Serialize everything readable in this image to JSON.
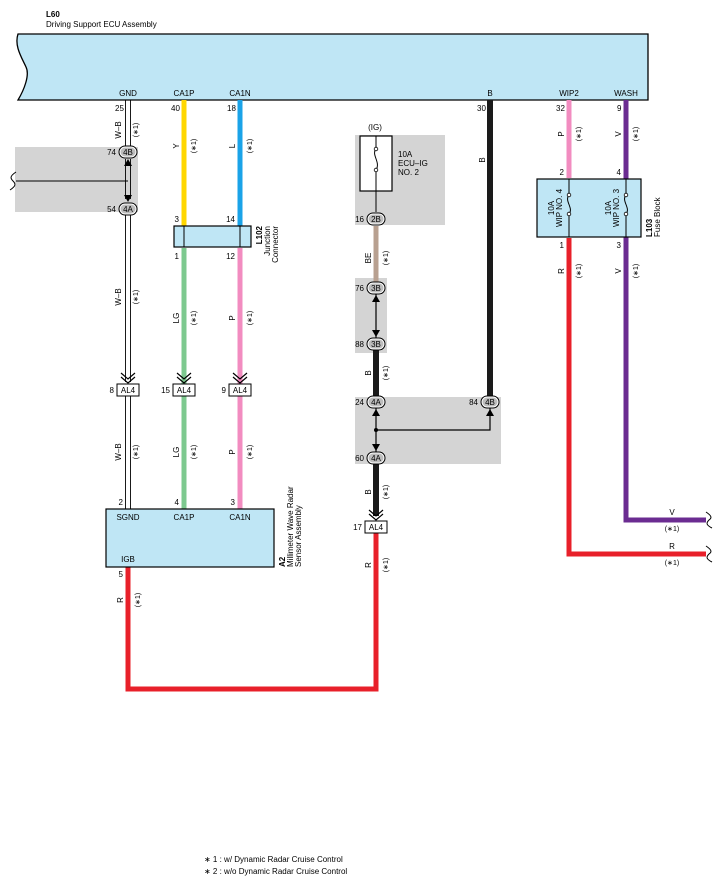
{
  "ecu": {
    "code": "L60",
    "name": "Driving Support ECU Assembly",
    "terminals": [
      {
        "label": "GND",
        "pin": "25"
      },
      {
        "label": "CA1P",
        "pin": "40"
      },
      {
        "label": "CA1N",
        "pin": "18"
      },
      {
        "label": "B",
        "pin": "30"
      },
      {
        "label": "WIP2",
        "pin": "32"
      },
      {
        "label": "WASH",
        "pin": "9"
      }
    ]
  },
  "wires": {
    "gnd": {
      "color_code": "W–B",
      "color": "#ffffff"
    },
    "ca1p": {
      "color_code": "Y",
      "color": "#ffd700",
      "color_code_lower": "LG",
      "color_lower": "#7dc98f"
    },
    "ca1n": {
      "color_code": "L",
      "color": "#1aa3e8",
      "color_code_lower": "P",
      "color_lower": "#f28cc0"
    },
    "b": {
      "color_code": "B",
      "color": "#1a1a1a"
    },
    "be": {
      "color_code": "BE",
      "color": "#b8a090"
    },
    "wip2": {
      "color_code": "P",
      "color": "#f28cc0",
      "color_code_lower": "R",
      "color_lower": "#e8202a"
    },
    "wash": {
      "color_code": "V",
      "color": "#6b2c91"
    },
    "igb": {
      "color_code": "R",
      "color": "#e8202a"
    },
    "out_v": {
      "color_code": "V"
    },
    "out_r": {
      "color_code": "R"
    }
  },
  "mark1": "(∗1)",
  "connectors": {
    "c74": {
      "pin": "74",
      "label": "4B"
    },
    "c54": {
      "pin": "54",
      "label": "4A"
    },
    "al4_gnd": {
      "pin": "8",
      "label": "AL4"
    },
    "al4_ca1p": {
      "pin": "15",
      "label": "AL4"
    },
    "al4_ca1n": {
      "pin": "9",
      "label": "AL4"
    },
    "al4_b": {
      "pin": "17",
      "label": "AL4"
    },
    "c16": {
      "pin": "16",
      "label": "2B"
    },
    "c76": {
      "pin": "76",
      "label": "3B"
    },
    "c88": {
      "pin": "88",
      "label": "3B"
    },
    "c24": {
      "pin": "24",
      "label": "4A"
    },
    "c84": {
      "pin": "84",
      "label": "4B"
    },
    "c60": {
      "pin": "60",
      "label": "4A"
    }
  },
  "junction": {
    "code": "L102",
    "name_line1": "Junction",
    "name_line2": "Connector",
    "pins_top": [
      "3",
      "14"
    ],
    "pins_bottom": [
      "1",
      "12"
    ]
  },
  "fuse_ig": {
    "supply": "(IG)",
    "rating": "10A",
    "name_line1": "ECU–IG",
    "name_line2": "NO. 2"
  },
  "fuse_block": {
    "code": "L103",
    "name": "Fuse Block",
    "fuses": [
      {
        "rating": "10A",
        "name": "WIP NO. 4",
        "pin_in": "2",
        "pin_out": "1"
      },
      {
        "rating": "10A",
        "name": "WIP NO. 3",
        "pin_in": "4",
        "pin_out": "3"
      }
    ]
  },
  "sensor": {
    "code": "A2",
    "name_line1": "Millimeter Wave Radar",
    "name_line2": "Sensor Assembly",
    "terminals": [
      {
        "label": "SGND",
        "pin": "2"
      },
      {
        "label": "CA1P",
        "pin": "4"
      },
      {
        "label": "CA1N",
        "pin": "3"
      }
    ],
    "igb": {
      "label": "IGB",
      "pin": "5"
    }
  },
  "notes": [
    "∗ 1 : w/ Dynamic Radar Cruise Control",
    "∗ 2 : w/o Dynamic Radar Cruise Control"
  ]
}
